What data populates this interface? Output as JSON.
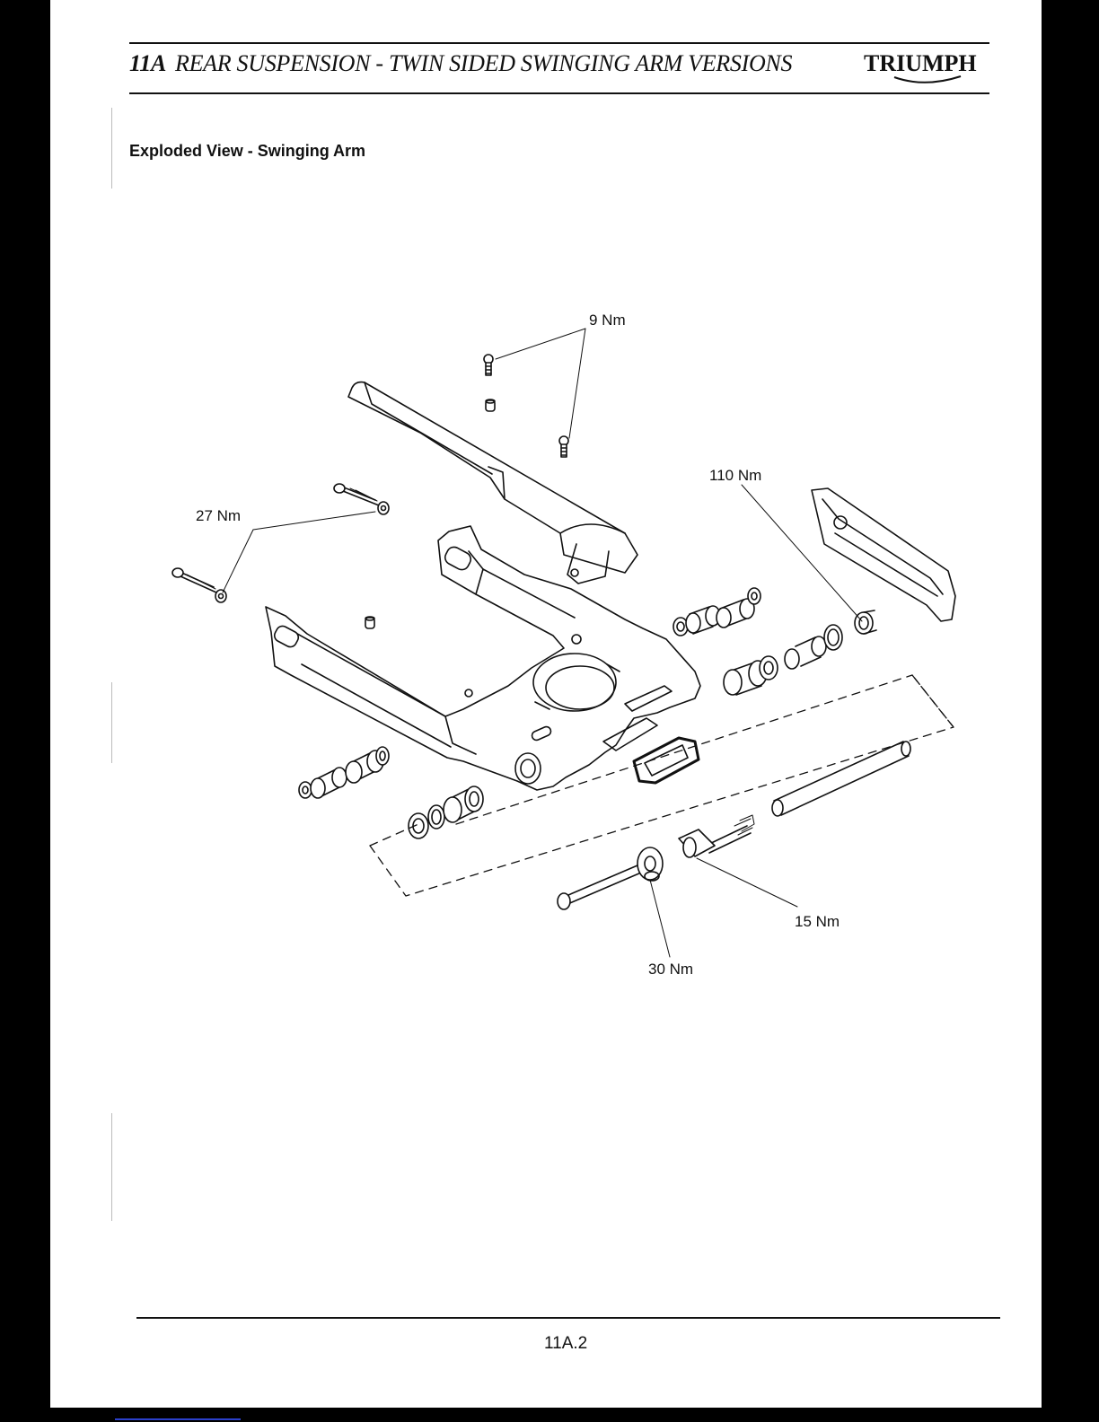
{
  "header": {
    "section": "11A",
    "title": "REAR SUSPENSION - TWIN SIDED SWINGING ARM VERSIONS",
    "logo": "TRIUMPH"
  },
  "section_heading": "Exploded View - Swinging Arm",
  "diagram": {
    "torque_labels": {
      "top_screws": "9 Nm",
      "link_bolts": "27 Nm",
      "spindle_bolt": "110 Nm",
      "spindle_nut": "15 Nm",
      "adjuster": "30 Nm"
    }
  },
  "footer": {
    "page_number": "11A.2"
  },
  "colors": {
    "ink": "#111111",
    "page": "#ffffff",
    "scan_border": "#000000"
  }
}
